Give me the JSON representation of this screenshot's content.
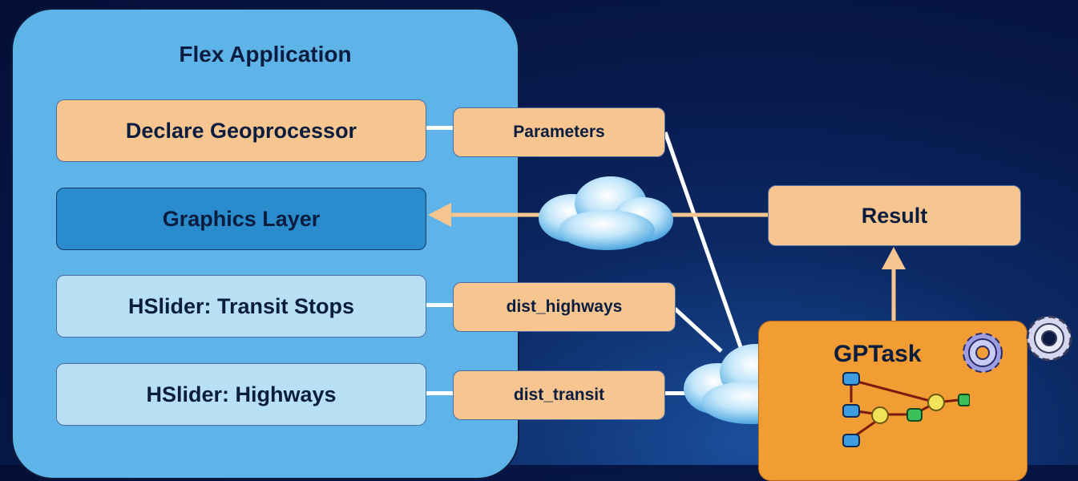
{
  "panel": {
    "title": "Flex Application"
  },
  "components": {
    "declare_geoprocessor": "Declare Geoprocessor",
    "graphics_layer": "Graphics Layer",
    "hslider_transit": "HSlider: Transit Stops",
    "hslider_highways": "HSlider: Highways"
  },
  "params": {
    "parameters": "Parameters",
    "dist_highways": "dist_highways",
    "dist_transit": "dist_transit"
  },
  "server": {
    "result": "Result",
    "gptask": "GPTask"
  },
  "colors": {
    "panel": "#5eb4e8",
    "orange_box": "#f6c590",
    "graphics_layer": "#2a8ccd",
    "slider_box": "#b8e0f5",
    "gptask": "#f29c34",
    "arrow": "#f6c590"
  }
}
